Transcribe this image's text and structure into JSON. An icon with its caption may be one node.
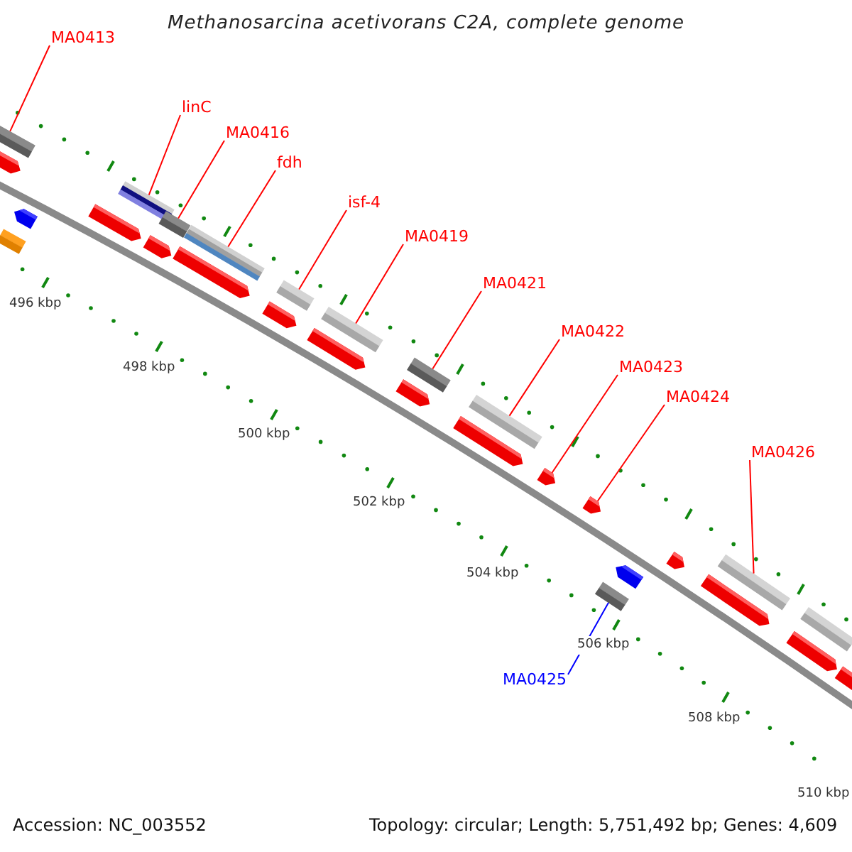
{
  "diagram": {
    "title": "Methanosarcina acetivorans C2A, complete genome",
    "nodes": [
      {
        "text": [
          "MA0413"
        ]
      },
      {
        "text": [
          "linC"
        ]
      },
      {
        "text": [
          "MA0416"
        ]
      },
      {
        "text": [
          "fdh"
        ]
      },
      {
        "text": [
          "isf-4"
        ]
      },
      {
        "text": [
          "MA0419"
        ]
      },
      {
        "text": [
          "MA0421"
        ]
      },
      {
        "text": [
          "MA0422"
        ]
      },
      {
        "text": [
          "MA0423"
        ]
      },
      {
        "text": [
          "MA0424"
        ]
      },
      {
        "text": [
          "MA0426"
        ]
      },
      {
        "text": [
          "MA0425"
        ]
      },
      {
        "text": [],
        "shape": "bar"
      },
      {
        "text": [],
        "shape": "bar"
      },
      {
        "text": [],
        "shape": "bar"
      },
      {
        "text": [],
        "shape": "bar"
      },
      {
        "text": [],
        "shape": "bar"
      },
      {
        "text": [],
        "shape": "bar"
      },
      {
        "text": [],
        "shape": "bar"
      },
      {
        "text": [],
        "shape": "bar"
      },
      {
        "text": [],
        "shape": "bar"
      },
      {
        "text": [],
        "shape": "bar"
      },
      {
        "text": [],
        "shape": "bar"
      },
      {
        "text": [],
        "shape": "bar"
      },
      {
        "text": [],
        "shape": "bar"
      },
      {
        "text": [],
        "shape": "bar"
      },
      {
        "text": [],
        "shape": "bar"
      },
      {
        "text": [],
        "shape": "bar"
      },
      {
        "text": [],
        "shape": "bar"
      },
      {
        "text": [],
        "shape": "bar"
      },
      {
        "text": [],
        "shape": "bar"
      },
      {
        "text": [],
        "shape": "bar"
      },
      {
        "text": [],
        "shape": "bar"
      },
      {
        "text": [],
        "shape": "bar"
      },
      {
        "text": [],
        "shape": "bar"
      },
      {
        "text": [],
        "shape": "bar"
      },
      {
        "text": [],
        "shape": "bar"
      },
      {
        "text": [],
        "shape": "bar"
      },
      {
        "text": [],
        "shape": "bar"
      },
      {
        "text": [],
        "shape": "bar"
      }
    ],
    "edges": [
      {
        "from": 0,
        "to": 12,
        "arrow": "none"
      },
      {
        "from": 1,
        "to": 13,
        "arrow": "none"
      },
      {
        "from": 2,
        "to": 14,
        "arrow": "none"
      },
      {
        "from": 3,
        "to": 15,
        "arrow": "none"
      },
      {
        "from": 4,
        "to": 16,
        "arrow": "none"
      },
      {
        "from": 5,
        "to": 17,
        "arrow": "none"
      },
      {
        "from": 6,
        "to": 18,
        "arrow": "none"
      },
      {
        "from": 7,
        "to": 19,
        "arrow": "none"
      },
      {
        "from": 8,
        "to": 20,
        "arrow": "none"
      },
      {
        "from": 9,
        "to": 21,
        "arrow": "none"
      },
      {
        "from": 10,
        "to": 22,
        "arrow": "none"
      },
      {
        "from": 11,
        "to": 23,
        "arrow": "none",
        "color": "#0000ff"
      }
    ],
    "labels": [
      "496 kbp",
      "498 kbp",
      "500 kbp",
      "502 kbp",
      "504 kbp",
      "506 kbp",
      "508 kbp",
      "510 kbp",
      "Accession: NC_003552",
      "Topology: circular; Length: 5,751,492 bp; Genes: 4,609"
    ]
  }
}
